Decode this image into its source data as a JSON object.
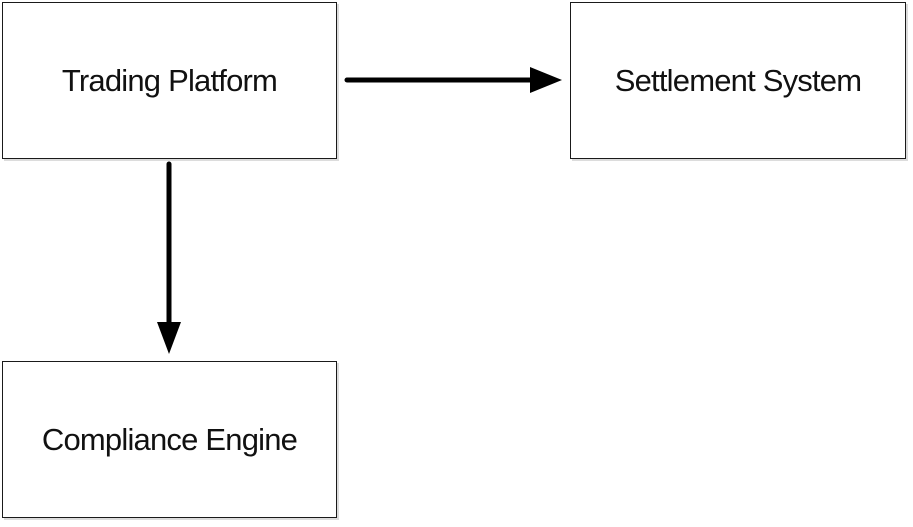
{
  "diagram": {
    "nodes": {
      "trading_platform": "Trading Platform",
      "settlement_system": "Settlement System",
      "compliance_engine": "Compliance Engine"
    },
    "edges": [
      {
        "from": "trading_platform",
        "to": "settlement_system"
      },
      {
        "from": "trading_platform",
        "to": "compliance_engine"
      }
    ],
    "colors": {
      "stroke": "#1a1a1a",
      "arrow": "#000000",
      "background": "#ffffff"
    }
  }
}
